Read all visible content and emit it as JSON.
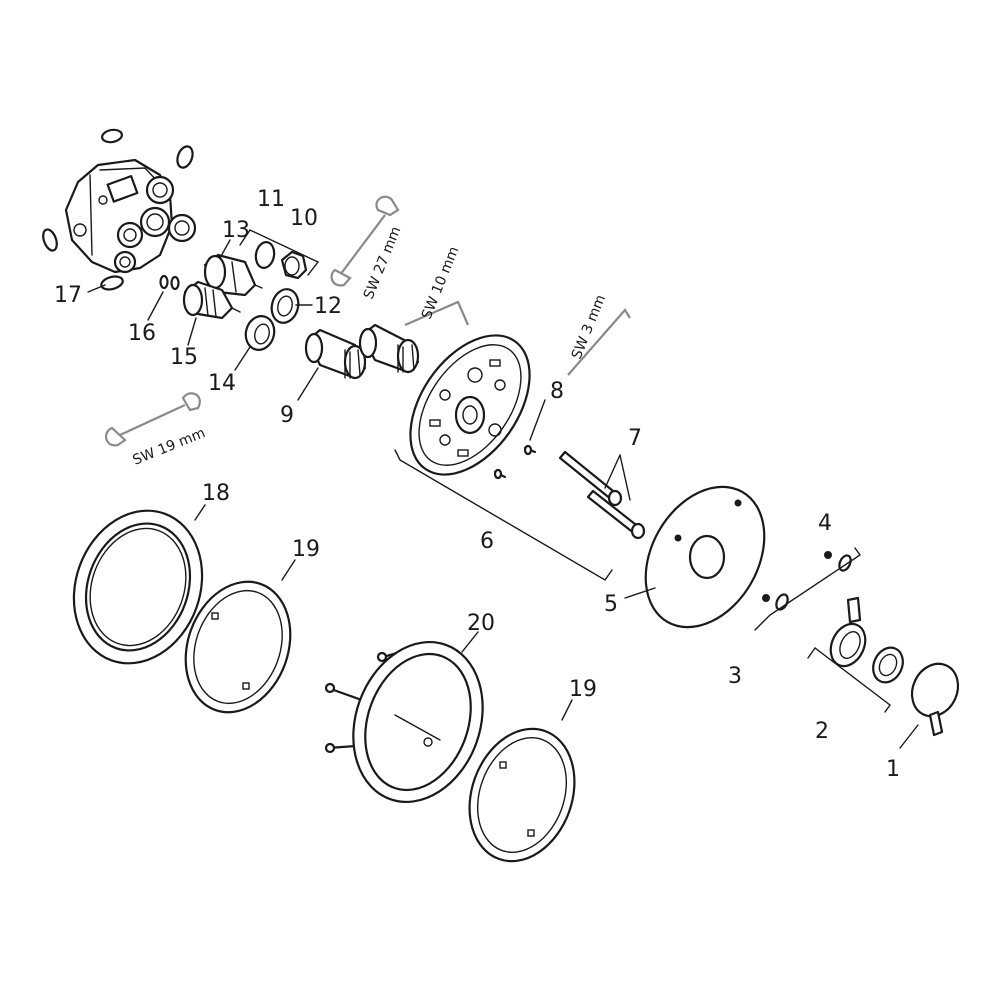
{
  "callouts": {
    "n1": "1",
    "n2": "2",
    "n3": "3",
    "n4": "4",
    "n5": "5",
    "n6": "6",
    "n7": "7",
    "n8": "8",
    "n9": "9",
    "n10": "10",
    "n11": "11",
    "n12": "12",
    "n13": "13",
    "n14": "14",
    "n15": "15",
    "n16": "16",
    "n17": "17",
    "n18": "18",
    "n19a": "19",
    "n19b": "19",
    "n20": "20"
  },
  "tools": {
    "wrench19": "SW 19 mm",
    "wrench27": "SW 27 mm",
    "hexkey10": "SW 10 mm",
    "hexkey3": "SW 3 mm"
  }
}
